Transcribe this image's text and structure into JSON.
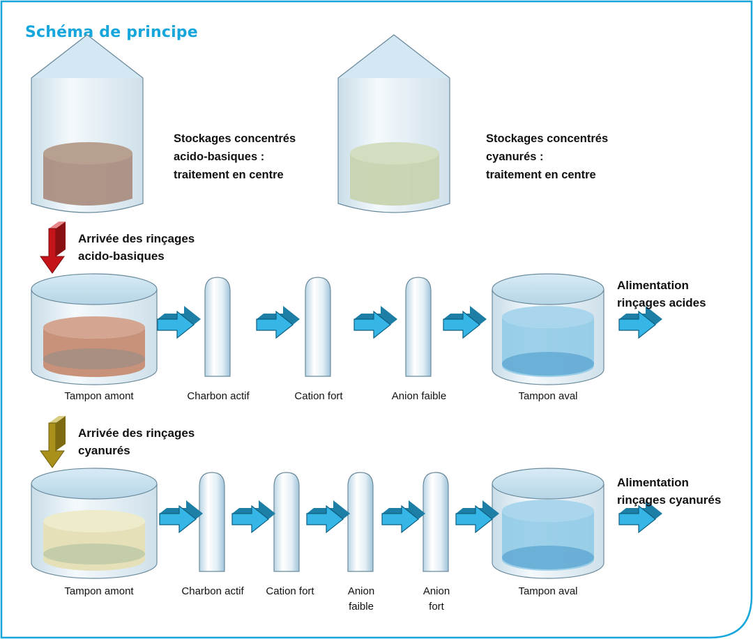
{
  "title": "Schéma de principe",
  "storage": {
    "acid": {
      "label": "Stockages concentrés\nacido-basiques :\ntraitement en centre"
    },
    "cyanide": {
      "label": "Stockages concentrés\ncyanurés :\ntraitement en centre"
    }
  },
  "line1": {
    "inflow": "Arrivée des rinçages\nacido-basiques",
    "outflow": "Alimentation\nrinçages acides",
    "stages": [
      "Tampon amont",
      "Charbon actif",
      "Cation fort",
      "Anion faible",
      "Tampon aval"
    ]
  },
  "line2": {
    "inflow": "Arrivée des rinçages\ncyanurés",
    "outflow": "Alimentation\nrinçages cyanurés",
    "stages": [
      "Tampon amont",
      "Charbon actif",
      "Cation fort",
      "Anion\nfaible",
      "Anion\nfort",
      "Tampon aval"
    ]
  },
  "colors": {
    "accent": "#16a6dc",
    "inflow_acid_arrow": "#c4141a",
    "inflow_cyanide_arrow": "#a8901a",
    "flow_arrow": "#35b6e6",
    "acid_liquid": "#a88b7c",
    "cyanide_liquid": "#c7d3b0",
    "upstream_acid_liquid": "#c7917a",
    "upstream_cyanide_liquid": "#e5e0b7",
    "downstream_liquid": "#8dc9e6"
  }
}
